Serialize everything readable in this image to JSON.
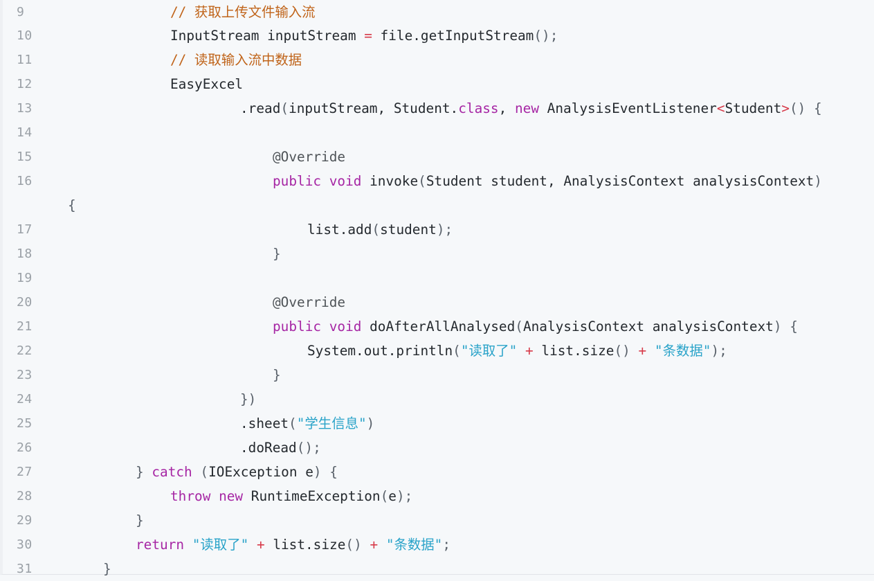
{
  "code": {
    "lines": [
      {
        "number": "9",
        "tokens": [
          {
            "type": "comment",
            "text": "// 获取上传文件输入流"
          }
        ]
      },
      {
        "number": "10",
        "tokens": [
          {
            "type": "plain",
            "text": "InputStream inputStream "
          },
          {
            "type": "op",
            "text": "="
          },
          {
            "type": "plain",
            "text": " file.getInputStream"
          },
          {
            "type": "punct",
            "text": "();"
          }
        ]
      },
      {
        "number": "11",
        "tokens": [
          {
            "type": "comment",
            "text": "// 读取输入流中数据"
          }
        ]
      },
      {
        "number": "12",
        "tokens": [
          {
            "type": "plain",
            "text": "EasyExcel"
          }
        ]
      },
      {
        "number": "13",
        "tokens": [
          {
            "type": "plain",
            "text": ".read"
          },
          {
            "type": "punct",
            "text": "("
          },
          {
            "type": "plain",
            "text": "inputStream, Student."
          },
          {
            "type": "keyword",
            "text": "class"
          },
          {
            "type": "plain",
            "text": ", "
          },
          {
            "type": "keyword",
            "text": "new"
          },
          {
            "type": "plain",
            "text": " AnalysisEventListener"
          },
          {
            "type": "op",
            "text": "<"
          },
          {
            "type": "plain",
            "text": "Student"
          },
          {
            "type": "op",
            "text": ">"
          },
          {
            "type": "punct",
            "text": "() {"
          }
        ]
      },
      {
        "number": "14",
        "tokens": []
      },
      {
        "number": "15",
        "tokens": [
          {
            "type": "annot",
            "text": "@Override"
          }
        ]
      },
      {
        "number": "16",
        "tokens": [
          {
            "type": "keyword",
            "text": "public"
          },
          {
            "type": "plain",
            "text": " "
          },
          {
            "type": "keyword",
            "text": "void"
          },
          {
            "type": "plain",
            "text": " invoke"
          },
          {
            "type": "punct",
            "text": "("
          },
          {
            "type": "plain",
            "text": "Student student, AnalysisContext analysisContext"
          },
          {
            "type": "punct",
            "text": ")"
          }
        ]
      },
      {
        "number": "",
        "tokens": [
          {
            "type": "punct",
            "text": "{"
          }
        ]
      },
      {
        "number": "17",
        "tokens": [
          {
            "type": "plain",
            "text": "list.add"
          },
          {
            "type": "punct",
            "text": "("
          },
          {
            "type": "plain",
            "text": "student"
          },
          {
            "type": "punct",
            "text": ");"
          }
        ]
      },
      {
        "number": "18",
        "tokens": [
          {
            "type": "punct",
            "text": "}"
          }
        ]
      },
      {
        "number": "19",
        "tokens": []
      },
      {
        "number": "20",
        "tokens": [
          {
            "type": "annot",
            "text": "@Override"
          }
        ]
      },
      {
        "number": "21",
        "tokens": [
          {
            "type": "keyword",
            "text": "public"
          },
          {
            "type": "plain",
            "text": " "
          },
          {
            "type": "keyword",
            "text": "void"
          },
          {
            "type": "plain",
            "text": " doAfterAllAnalysed"
          },
          {
            "type": "punct",
            "text": "("
          },
          {
            "type": "plain",
            "text": "AnalysisContext analysisContext"
          },
          {
            "type": "punct",
            "text": ") {"
          }
        ]
      },
      {
        "number": "22",
        "tokens": [
          {
            "type": "plain",
            "text": "System.out.println"
          },
          {
            "type": "punct",
            "text": "("
          },
          {
            "type": "string",
            "text": "\"读取了\""
          },
          {
            "type": "plain",
            "text": " "
          },
          {
            "type": "op",
            "text": "+"
          },
          {
            "type": "plain",
            "text": " list.size"
          },
          {
            "type": "punct",
            "text": "()"
          },
          {
            "type": "plain",
            "text": " "
          },
          {
            "type": "op",
            "text": "+"
          },
          {
            "type": "plain",
            "text": " "
          },
          {
            "type": "string",
            "text": "\"条数据\""
          },
          {
            "type": "punct",
            "text": ");"
          }
        ]
      },
      {
        "number": "23",
        "tokens": [
          {
            "type": "punct",
            "text": "}"
          }
        ]
      },
      {
        "number": "24",
        "tokens": [
          {
            "type": "punct",
            "text": "})"
          }
        ]
      },
      {
        "number": "25",
        "tokens": [
          {
            "type": "plain",
            "text": ".sheet"
          },
          {
            "type": "punct",
            "text": "("
          },
          {
            "type": "string",
            "text": "\"学生信息\""
          },
          {
            "type": "punct",
            "text": ")"
          }
        ]
      },
      {
        "number": "26",
        "tokens": [
          {
            "type": "plain",
            "text": ".doRead"
          },
          {
            "type": "punct",
            "text": "();"
          }
        ]
      },
      {
        "number": "27",
        "tokens": [
          {
            "type": "punct",
            "text": "} "
          },
          {
            "type": "keyword",
            "text": "catch"
          },
          {
            "type": "plain",
            "text": " "
          },
          {
            "type": "punct",
            "text": "("
          },
          {
            "type": "plain",
            "text": "IOException e"
          },
          {
            "type": "punct",
            "text": ") {"
          }
        ]
      },
      {
        "number": "28",
        "tokens": [
          {
            "type": "keyword",
            "text": "throw"
          },
          {
            "type": "plain",
            "text": " "
          },
          {
            "type": "keyword",
            "text": "new"
          },
          {
            "type": "plain",
            "text": " RuntimeException"
          },
          {
            "type": "punct",
            "text": "("
          },
          {
            "type": "plain",
            "text": "e"
          },
          {
            "type": "punct",
            "text": ");"
          }
        ]
      },
      {
        "number": "29",
        "tokens": [
          {
            "type": "punct",
            "text": "}"
          }
        ]
      },
      {
        "number": "30",
        "tokens": [
          {
            "type": "keyword",
            "text": "return"
          },
          {
            "type": "plain",
            "text": " "
          },
          {
            "type": "string",
            "text": "\"读取了\""
          },
          {
            "type": "plain",
            "text": " "
          },
          {
            "type": "op",
            "text": "+"
          },
          {
            "type": "plain",
            "text": " list.size"
          },
          {
            "type": "punct",
            "text": "()"
          },
          {
            "type": "plain",
            "text": " "
          },
          {
            "type": "op",
            "text": "+"
          },
          {
            "type": "plain",
            "text": " "
          },
          {
            "type": "string",
            "text": "\"条数据\""
          },
          {
            "type": "punct",
            "text": ";"
          }
        ]
      },
      {
        "number": "31",
        "tokens": [
          {
            "type": "punct",
            "text": "}"
          }
        ]
      }
    ]
  },
  "colors": {
    "background": "#f6f8fa",
    "comment": "#c0641a",
    "keyword": "#a626a4",
    "string": "#2aa3c9",
    "operator": "#d73a49",
    "line_number": "#9aa0a6"
  }
}
